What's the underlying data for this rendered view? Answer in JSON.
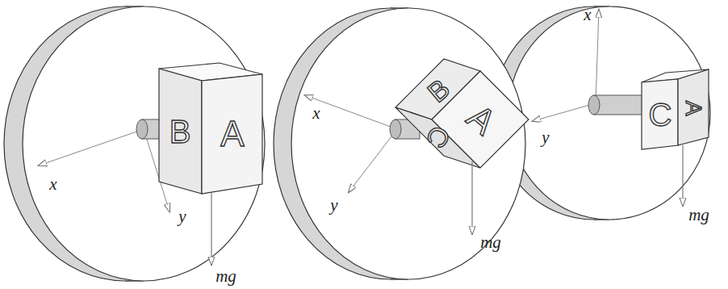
{
  "diagram": {
    "labels": [
      "x",
      "y",
      "B",
      "A",
      "mg",
      "x",
      "y",
      "B",
      "A",
      "C",
      "mg",
      "x",
      "y",
      "C",
      "A",
      "mg"
    ]
  }
}
